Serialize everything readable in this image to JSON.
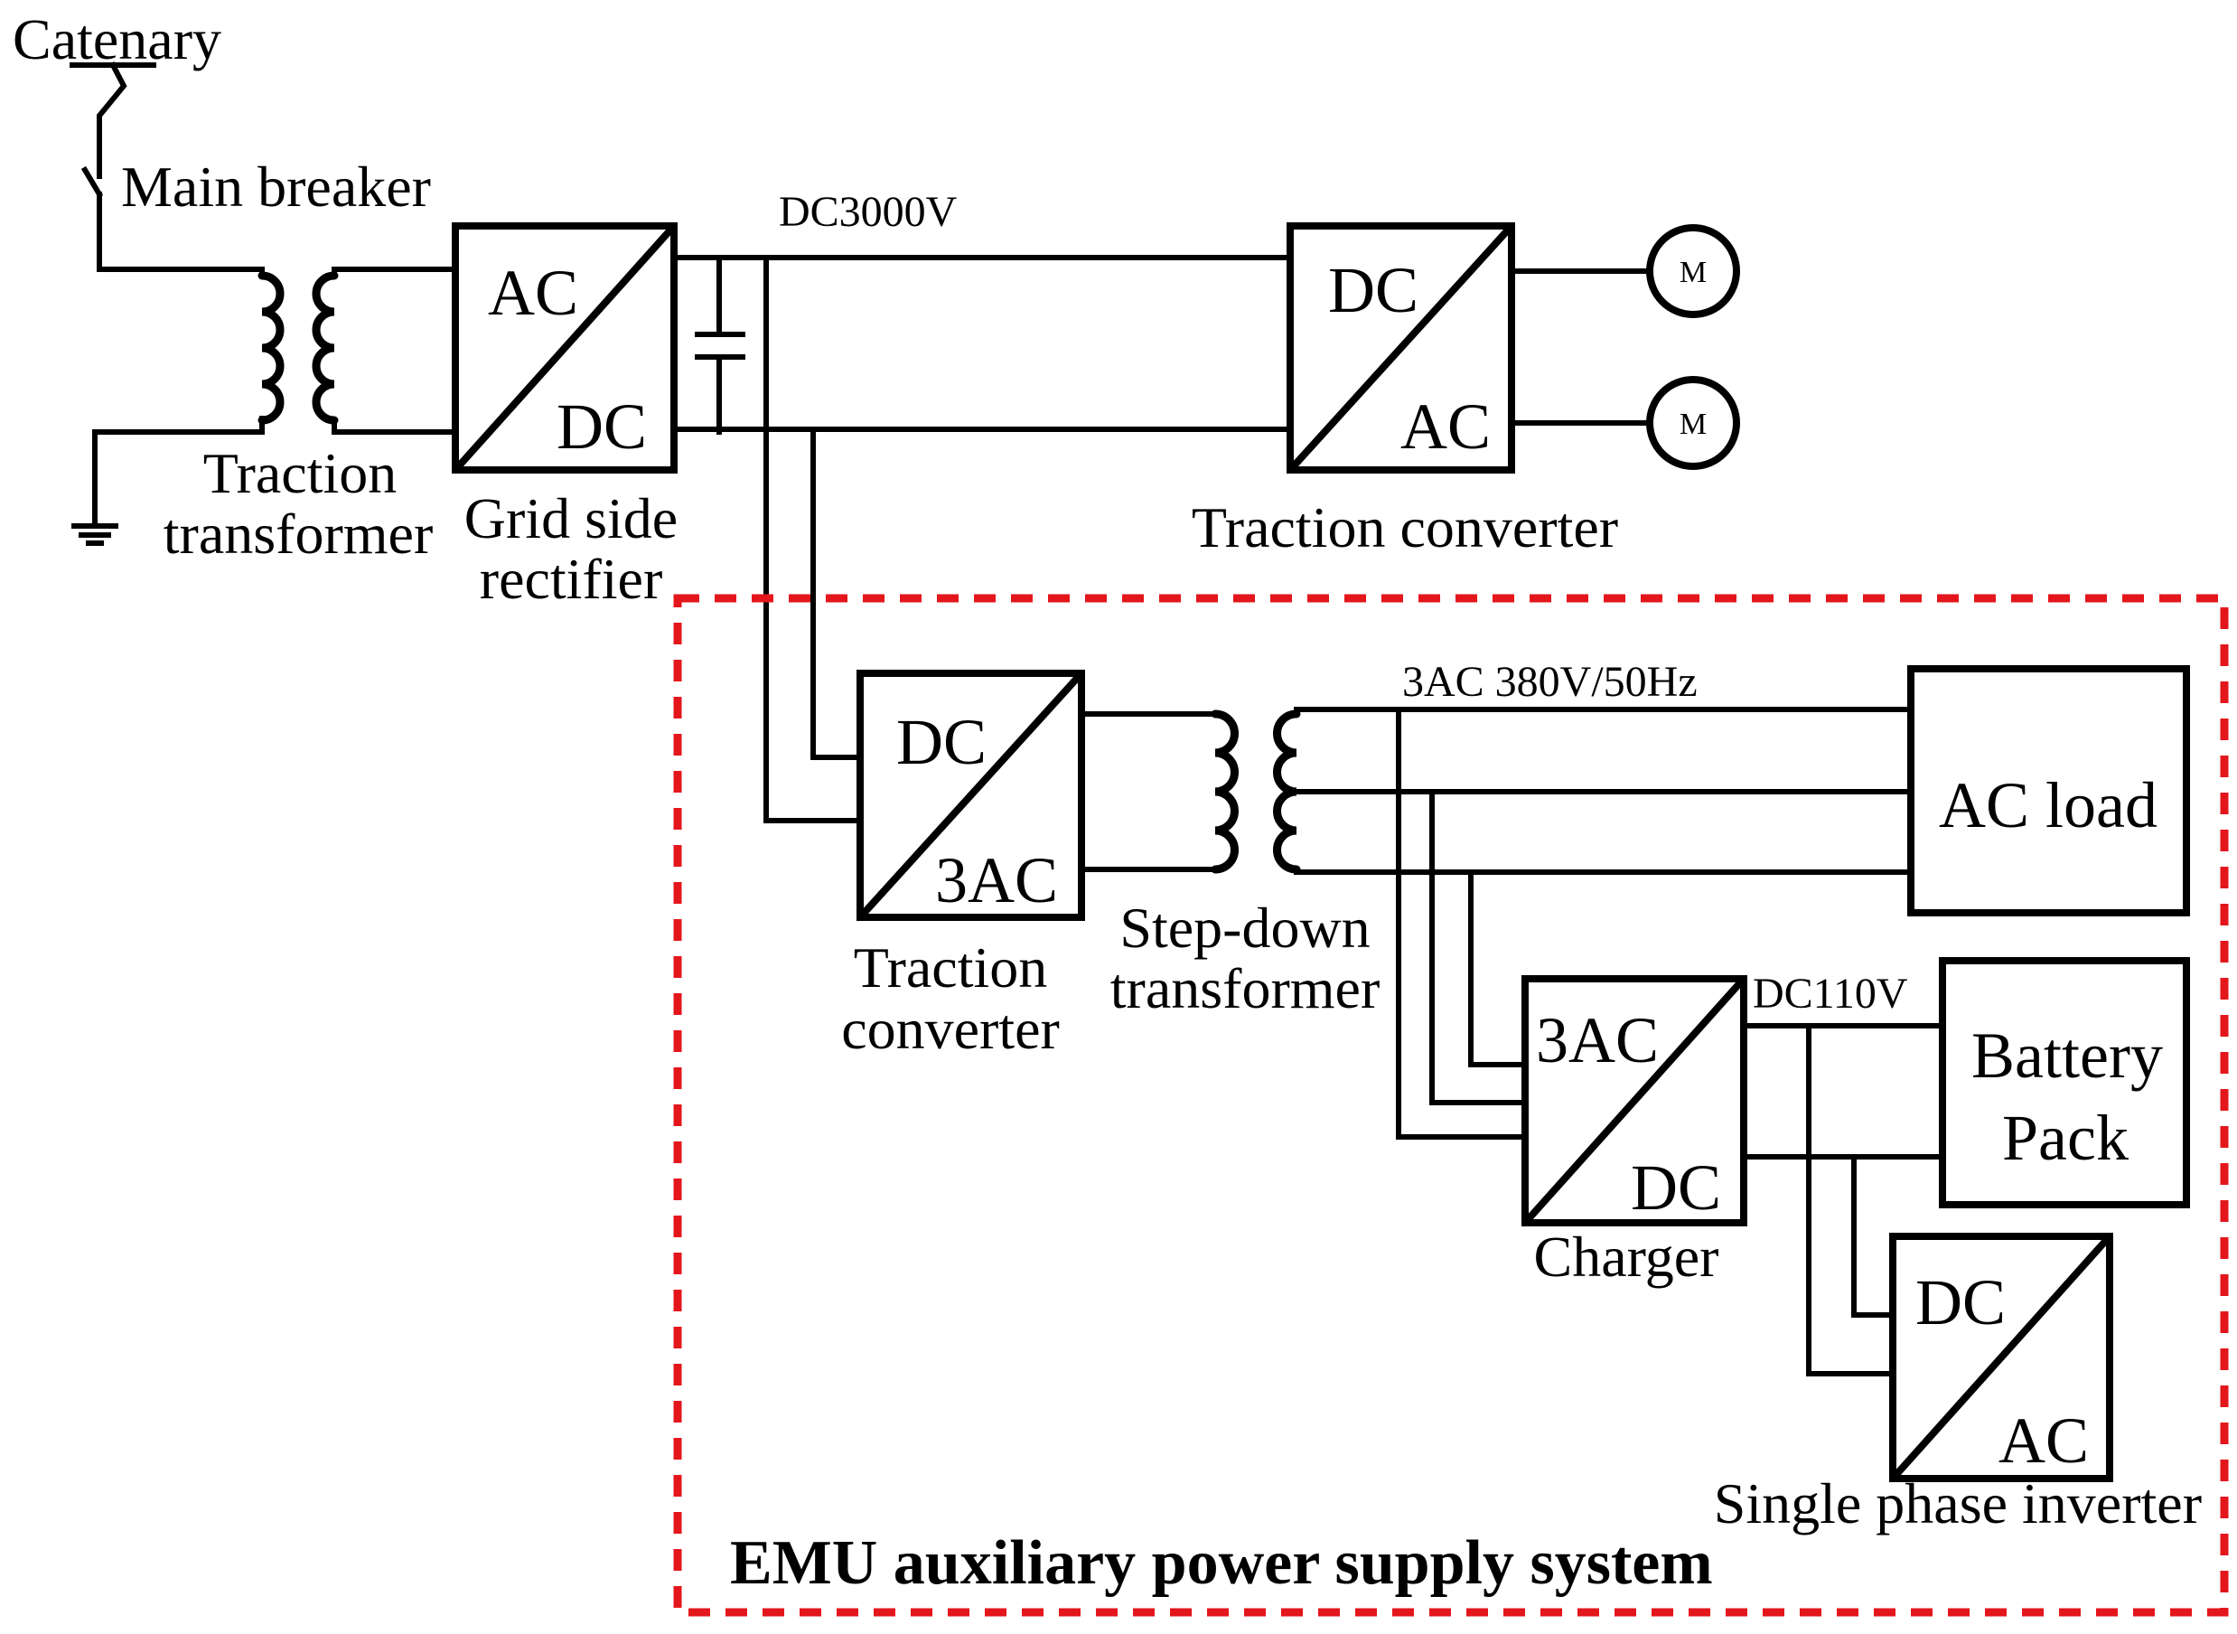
{
  "labels": {
    "catenary": "Catenary",
    "main_breaker": "Main breaker",
    "traction_transformer_1": "Traction",
    "traction_transformer_2": "transformer",
    "grid_rectifier_1": "Grid side",
    "grid_rectifier_2": "rectifier",
    "dc_bus_voltage": "DC3000V",
    "traction_converter_main": "Traction converter",
    "ac_bus_voltage": "3AC 380V/50Hz",
    "aux_traction_converter_1": "Traction",
    "aux_traction_converter_2": "converter",
    "step_down_1": "Step-down",
    "step_down_2": "transformer",
    "dc110_voltage": "DC110V",
    "charger": "Charger",
    "single_phase_inverter": "Single phase inverter",
    "system_title": "EMU auxiliary power supply system"
  },
  "blocks": {
    "grid_rectifier": {
      "top": "AC",
      "bottom": "DC"
    },
    "traction_converter": {
      "top": "DC",
      "bottom": "AC"
    },
    "aux_converter": {
      "top": "DC",
      "bottom": "3AC"
    },
    "charger": {
      "top": "3AC",
      "bottom": "DC"
    },
    "inverter": {
      "top": "DC",
      "bottom": "AC"
    },
    "ac_load": {
      "label": "AC load"
    },
    "battery": {
      "line1": "Battery",
      "line2": "Pack"
    }
  },
  "motors": {
    "motor_1": "M",
    "motor_2": "M"
  },
  "colors": {
    "line": "#000000",
    "highlight_border": "#e3161c"
  }
}
